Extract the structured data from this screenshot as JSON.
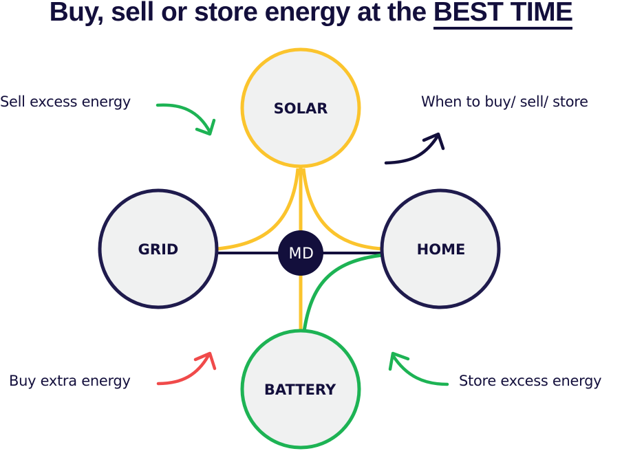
{
  "title": {
    "prefix": "Buy, sell or store energy at the ",
    "highlight": "BEST TIME"
  },
  "colors": {
    "navy": "#130f3c",
    "node_border_dark": "#1f1b4d",
    "solar_yellow": "#fbc42d",
    "battery_green": "#1db354",
    "buy_red": "#f04a4a",
    "node_fill": "#f0f1f1"
  },
  "nodes": {
    "solar": {
      "label": "SOLAR"
    },
    "grid": {
      "label": "GRID"
    },
    "home": {
      "label": "HOME"
    },
    "battery": {
      "label": "BATTERY"
    },
    "hub": {
      "label": "MD"
    }
  },
  "annotations": {
    "sell": "Sell excess energy",
    "when": "When to buy/ sell/ store",
    "buy": "Buy extra energy",
    "store": "Store excess energy"
  },
  "icons": {
    "sell_arrow": "curved-arrow-down-right",
    "when_arrow": "curved-arrow-up-right",
    "buy_arrow": "curved-arrow-up-right",
    "store_arrow": "curved-arrow-up-left"
  }
}
